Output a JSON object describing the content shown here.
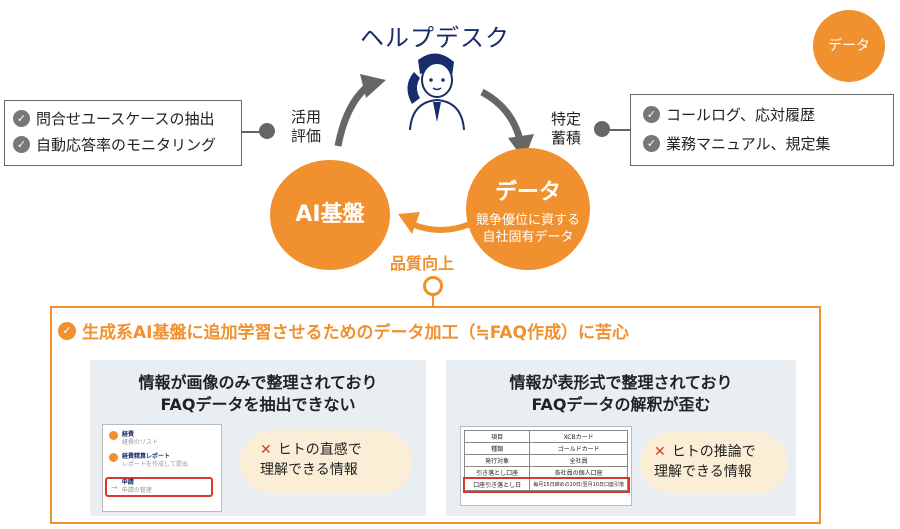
{
  "helpdesk": {
    "title": "ヘルプデスク"
  },
  "data_badge": {
    "label": "データ"
  },
  "left_box": {
    "items": [
      "問合せユースケースの抽出",
      "自動応答率のモニタリング"
    ]
  },
  "right_box": {
    "items": [
      "コールログ、応対履歴",
      "業務マニュアル、規定集"
    ]
  },
  "arrow_labels": {
    "left": "活用\n評価",
    "right": "特定\n蓄積",
    "bottom": "品質向上"
  },
  "ai_circle": {
    "label": "AI基盤"
  },
  "data_circle": {
    "title": "データ",
    "subtitle": "競争優位に資する\n自社固有データ"
  },
  "callout": {
    "title": "生成系AI基盤に追加学習させるためのデータ加工（≒FAQ作成）に苦心",
    "left_panel": {
      "title": "情報が画像のみで整理されており\nFAQデータを抽出できない",
      "bubble": "ヒトの直感で\n理解できる情報",
      "screenshot_items": [
        {
          "title": "経費",
          "sub": "経費のリスト"
        },
        {
          "title": "経費精算レポート",
          "sub": "レポートを作成して提出"
        },
        {
          "title": "申請",
          "sub": "申請の管理"
        }
      ]
    },
    "right_panel": {
      "title": "情報が表形式で整理されており\nFAQデータの解釈が歪む",
      "bubble": "ヒトの推論で\n理解できる情報",
      "table_rows": [
        [
          "項目",
          "XCBカード"
        ],
        [
          "種類",
          "ゴールドカード"
        ],
        [
          "発行対象",
          "全社員"
        ],
        [
          "引き落とし口座",
          "各社員の個人口座"
        ],
        [
          "口座引き落とし日",
          "毎月15日締めの20日/翌月10日口座引落"
        ]
      ]
    }
  },
  "colors": {
    "orange": "#f0902e",
    "gray": "#666666",
    "red": "#d63a2d",
    "navy": "#1a2d6b",
    "panel_bg": "#e9eef2"
  }
}
